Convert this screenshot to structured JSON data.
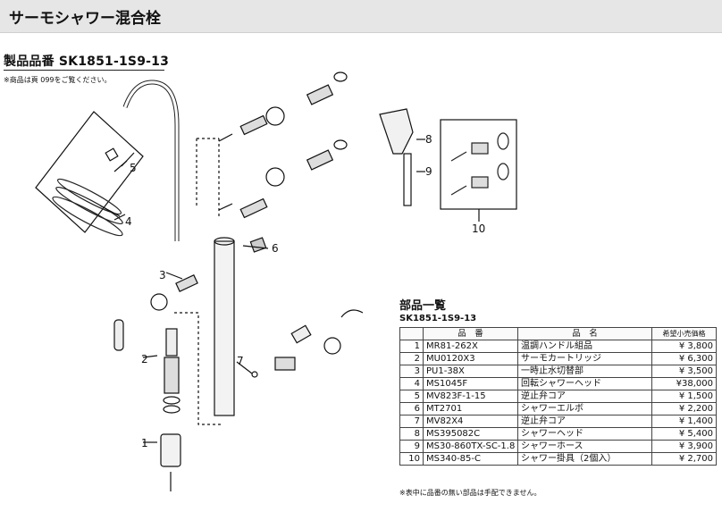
{
  "title": "サーモシャワー混合栓",
  "product": {
    "label": "製品品番 SK1851-1S9-13",
    "note": "※商品は頁 099をご覧ください。"
  },
  "diagram": {
    "callouts": [
      "1",
      "2",
      "3",
      "4",
      "5",
      "6",
      "7",
      "8",
      "9",
      "10"
    ]
  },
  "parts": {
    "heading": "部品一覧",
    "code": "SK1851-1S9-13",
    "columns": [
      "",
      "品　番",
      "品　名",
      "希望小売価格"
    ],
    "rows": [
      {
        "no": "1",
        "code": "MR81-262X",
        "name": "温調ハンドル組品",
        "price": "¥ 3,800"
      },
      {
        "no": "2",
        "code": "MU0120X3",
        "name": "サーモカートリッジ",
        "price": "¥ 6,300"
      },
      {
        "no": "3",
        "code": "PU1-38X",
        "name": "一時止水切替部",
        "price": "¥ 3,500"
      },
      {
        "no": "4",
        "code": "MS1045F",
        "name": "回転シャワーヘッド",
        "price": "¥38,000"
      },
      {
        "no": "5",
        "code": "MV823F-1-15",
        "name": "逆止弁コア",
        "price": "¥ 1,500"
      },
      {
        "no": "6",
        "code": "MT2701",
        "name": "シャワーエルボ",
        "price": "¥ 2,200"
      },
      {
        "no": "7",
        "code": "MV82X4",
        "name": "逆止弁コア",
        "price": "¥ 1,400"
      },
      {
        "no": "8",
        "code": "MS395082C",
        "name": "シャワーヘッド",
        "price": "¥ 5,400"
      },
      {
        "no": "9",
        "code": "MS30-860TX-SC-1.8",
        "name": "シャワーホース",
        "price": "¥ 3,900"
      },
      {
        "no": "10",
        "code": "MS340-85-C",
        "name": "シャワー掛具（2個入）",
        "price": "¥ 2,700"
      }
    ],
    "footnote": "※表中に品番の無い部品は手配できません。"
  }
}
